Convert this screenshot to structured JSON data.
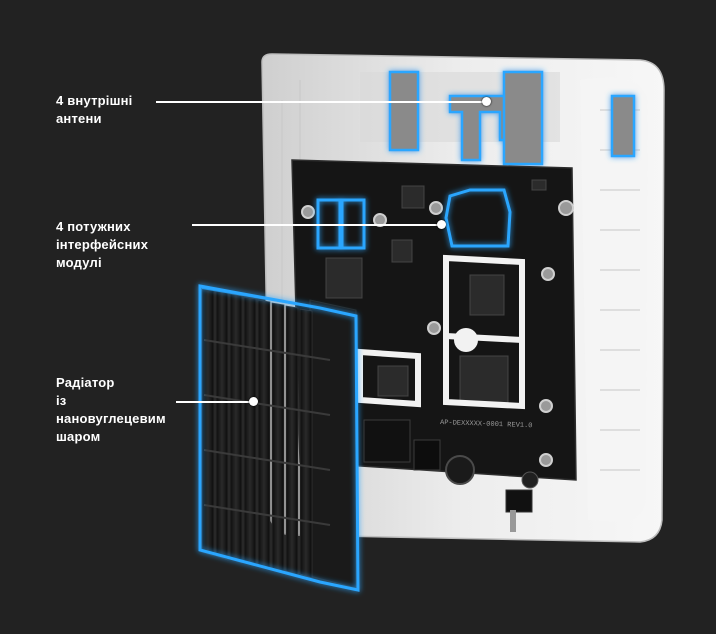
{
  "callouts": [
    {
      "id": "antennas",
      "text": "4 внутрішні\nантени"
    },
    {
      "id": "modules",
      "text": "4 потужних\nінтерфейсних\nмодулі"
    },
    {
      "id": "heatsink",
      "text": "Радіатор\nіз\nнановуглецевим\nшаром"
    }
  ],
  "pcb_text": {
    "model": "AP-DEXXXXX-0001 REV1.0"
  },
  "colors": {
    "background": "#222222",
    "highlight_blue": "#2aa6ff",
    "highlight_white": "#f2f2f2",
    "pcb": "#151515",
    "housing": "#e4e4e4"
  }
}
